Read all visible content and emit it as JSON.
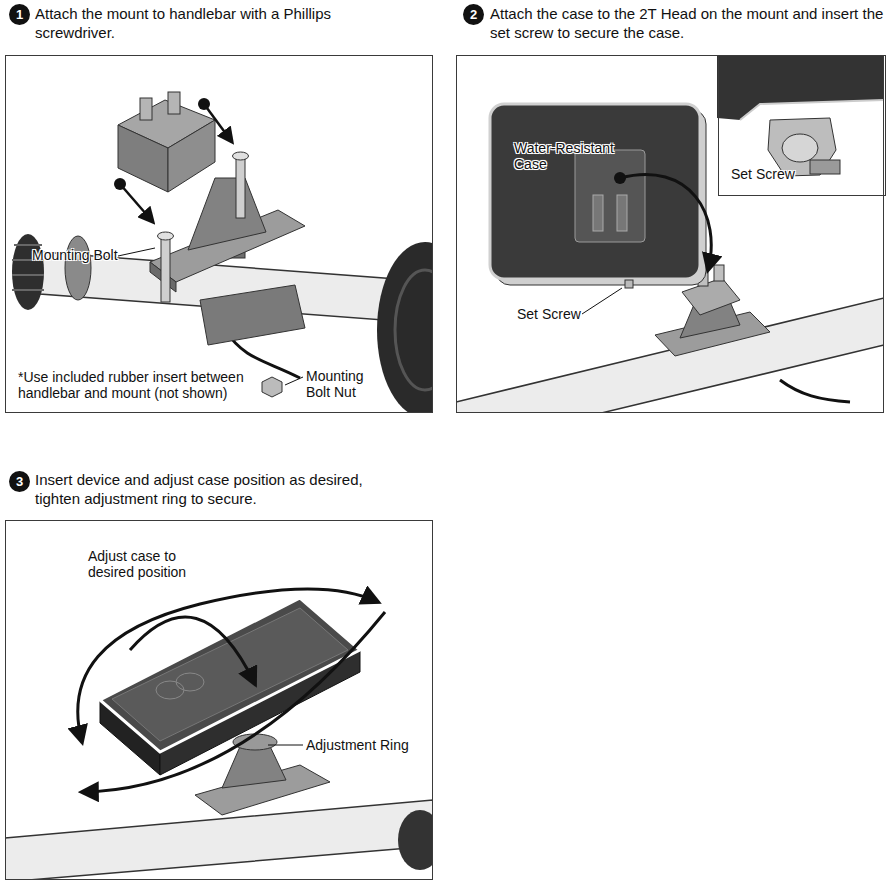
{
  "diagram": {
    "nodes": [
      {
        "text": [
          "1"
        ]
      },
      {
        "text": [
          "Attach the mount to handlebar with a Phillips screwdriver."
        ]
      },
      {
        "text": [
          "2"
        ]
      },
      {
        "text": [
          "Attach the case to the 2T Head on the mount and insert the set screw to secure the case."
        ]
      },
      {
        "text": [
          "Set Screw"
        ],
        "in": 3
      },
      {
        "text": [
          "3"
        ]
      },
      {
        "text": [
          "Insert device and adjust case position as desired, tighten adjustment ring to secure."
        ]
      }
    ],
    "labels": [
      "Mounting Bolt",
      "*Use included rubber insert between handlebar and mount (not shown)",
      "Mounting Bolt Nut",
      "Water-Resistant Case",
      "Set Screw",
      "Adjust case to desired position",
      "Adjustment Ring"
    ]
  }
}
